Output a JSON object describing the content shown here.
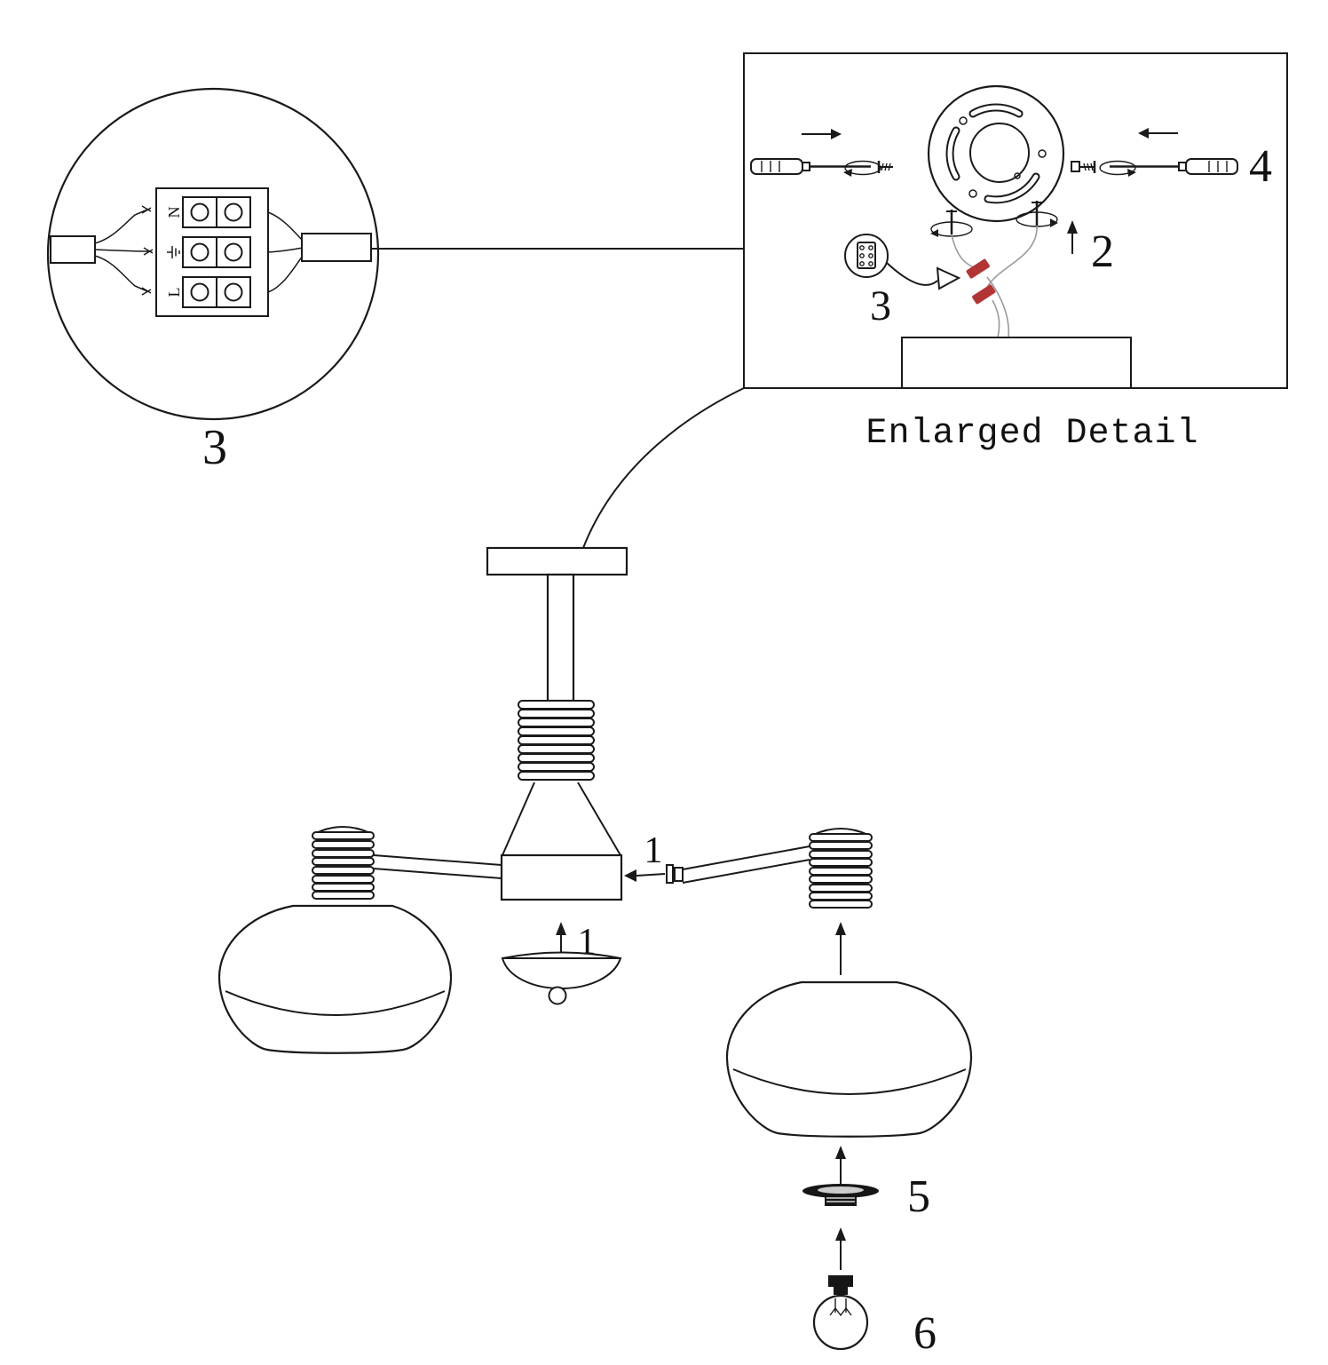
{
  "diagram": {
    "kind": "ceiling-light-assembly-instructions"
  },
  "panel": {
    "title": "Enlarged Detail"
  },
  "labels": {
    "wiring_detail_number": "3",
    "terminal_neutral": "N",
    "terminal_live": "L",
    "step_screwdriver": "4",
    "step_screw": "2",
    "step_terminal_block": "3",
    "step_arm": "1",
    "step_bottom_cap": "1",
    "step_lamp_holder": "5",
    "step_bulb": "6"
  },
  "colors": {
    "line": "#1a1a1a",
    "connector_red": "#b23434",
    "wire_gray": "#9a9a9a",
    "background": "#ffffff"
  }
}
